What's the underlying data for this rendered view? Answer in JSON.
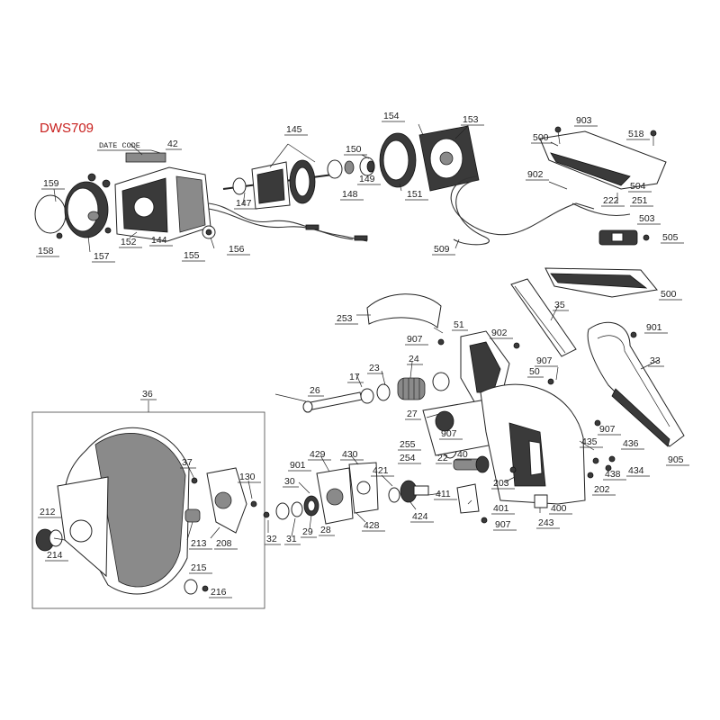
{
  "title": "DWS709",
  "date_code_label": "DATE CODE",
  "colors": {
    "title": "#c8201e",
    "line": "#222222"
  },
  "labels": {
    "p42": "42",
    "p145": "145",
    "p154": "154",
    "p153": "153",
    "p903": "903",
    "p518": "518",
    "p500a": "500",
    "p159": "159",
    "p150": "150",
    "p147": "147",
    "p149": "149",
    "p148": "148",
    "p151": "151",
    "p902a": "902",
    "p504": "504",
    "p222": "222",
    "p251": "251",
    "p503": "503",
    "p505": "505",
    "p152": "152",
    "p144": "144",
    "p158": "158",
    "p157": "157",
    "p155": "155",
    "p156": "156",
    "p509": "509",
    "p500b": "500",
    "p35": "35",
    "p253": "253",
    "p51": "51",
    "p907a": "907",
    "p902b": "902",
    "p901a": "901",
    "p907b": "907",
    "p50": "50",
    "p33": "33",
    "p17": "17",
    "p23": "23",
    "p24": "24",
    "p26": "26",
    "p36": "36",
    "p27": "27",
    "p907c": "907",
    "p907d": "907",
    "p435": "435",
    "p436": "436",
    "p255": "255",
    "p40": "40",
    "p22": "22",
    "p254": "254",
    "p905": "905",
    "p37": "37",
    "p901b": "901",
    "p429": "429",
    "p430": "430",
    "p438": "438",
    "p434": "434",
    "p130": "130",
    "p421": "421",
    "p30": "30",
    "p202": "202",
    "p203": "203",
    "p411": "411",
    "p401": "401",
    "p212": "212",
    "p400": "400",
    "p424": "424",
    "p428": "428",
    "p907e": "907",
    "p213": "213",
    "p208": "208",
    "p32": "32",
    "p31": "31",
    "p29": "29",
    "p28": "28",
    "p243": "243",
    "p214": "214",
    "p215": "215",
    "p216": "216"
  }
}
